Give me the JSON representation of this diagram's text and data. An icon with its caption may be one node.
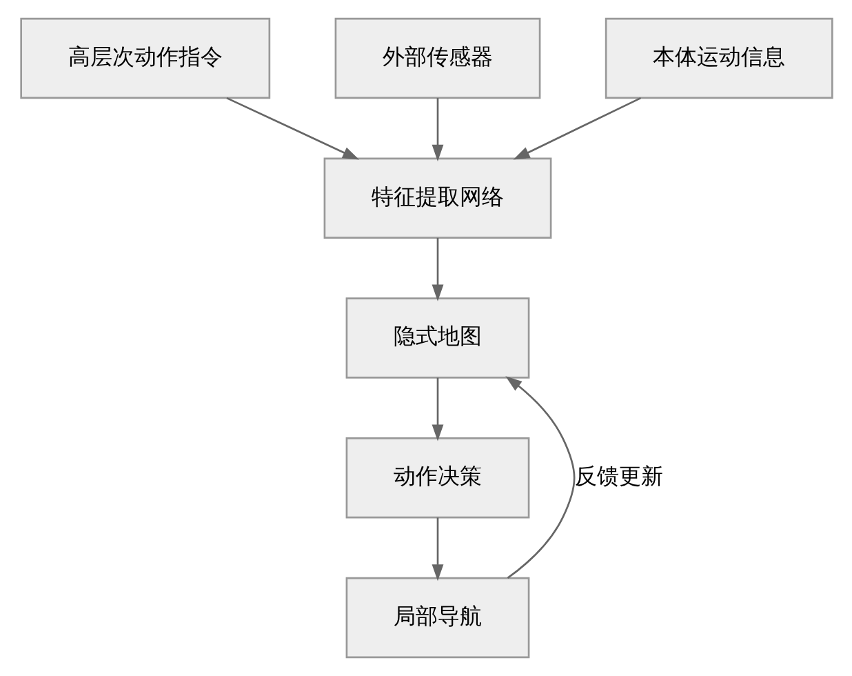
{
  "diagram": {
    "nodes": [
      {
        "text": [
          "高层次动作指令"
        ]
      },
      {
        "text": [
          "外部传感器"
        ]
      },
      {
        "text": [
          "本体运动信息"
        ]
      },
      {
        "text": [
          "特征提取网络"
        ]
      },
      {
        "text": [
          "隐式地图"
        ]
      },
      {
        "text": [
          "动作决策"
        ]
      },
      {
        "text": [
          "局部导航"
        ]
      }
    ],
    "edges": [
      {
        "from": 0,
        "to": 3,
        "arrow": "to"
      },
      {
        "from": 1,
        "to": 3,
        "arrow": "to"
      },
      {
        "from": 2,
        "to": 3,
        "arrow": "to"
      },
      {
        "from": 3,
        "to": 4,
        "arrow": "to"
      },
      {
        "from": 4,
        "to": 5,
        "arrow": "to"
      },
      {
        "from": 5,
        "to": 6,
        "arrow": "to"
      },
      {
        "from": 6,
        "to": 4,
        "arrow": "to",
        "label": "反馈更新"
      }
    ]
  }
}
